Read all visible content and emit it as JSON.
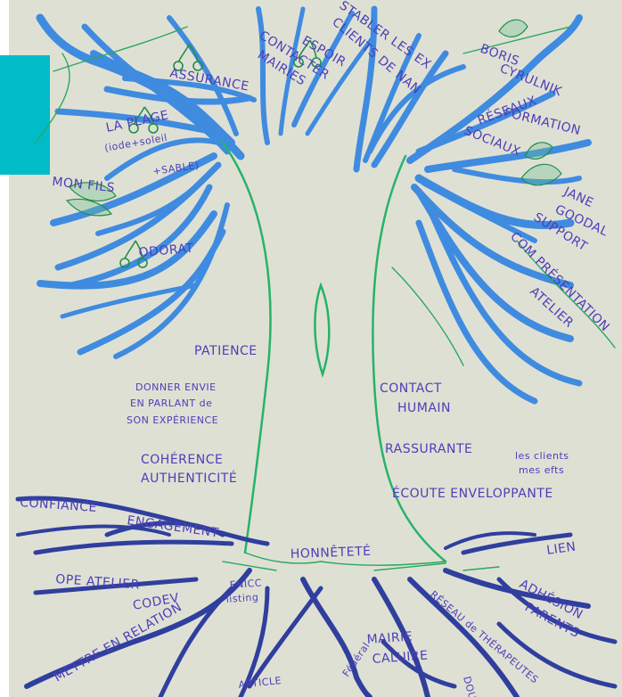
{
  "colors": {
    "paper": "#dfe0d4",
    "accent_tab": "#00bcc8",
    "branch_blue": "#3f8be0",
    "root_navy": "#2f3f9e",
    "trunk_green": "#26b36a",
    "ink": "#4b3fb8"
  },
  "canopy": {
    "stabler": "STABLER LES EX",
    "clients": "CLIENTS DE NAN",
    "espoir": "ESPOIR",
    "contacter": "CONTACTER",
    "mairies": "MAIRIES",
    "assurance": "ASSURANCE",
    "la_plage": "LA PLAGE",
    "iode": "(iode+soleil",
    "sable": "+SABLE)",
    "mon_fils": "MON FILS",
    "odorat": "ODORAT",
    "boris": "BORIS",
    "cyrulnik": "CYRULNIK",
    "formation": "FORMATION",
    "reseaux": "RÉSEAUX",
    "sociaux": "SOCIAUX",
    "jane": "JANE",
    "goodal": "GOODAL",
    "support": "SUPPORT",
    "com_presentation": "COM PRÉSENTATION",
    "atelier": "ATELIER"
  },
  "trunk": {
    "patience": "PATIENCE",
    "donner_1": "DONNER ENVIE",
    "donner_2": "EN PARLANT de",
    "donner_3": "SON EXPÉRIENCE",
    "coherence": "COHÉRENCE",
    "authenticite": "AUTHENTICITÉ",
    "contact": "CONTACT",
    "humain": "HUMAIN",
    "rassurante": "RASSURANTE",
    "les_clients": "les clients",
    "mes_efts": "mes efts",
    "ecoute": "ÉCOUTE ENVELOPPANTE"
  },
  "roots": {
    "confiance": "CONFIANCE",
    "engagement": "ENGAGEMENT",
    "honnetete": "HONNÊTETÉ",
    "lien": "LIEN",
    "ope_atelier": "OPE ATELIER",
    "codev": "CODEV",
    "enicc": "ENICC",
    "listing": "listing",
    "mettre_en_relation": "METTRE EN RELATION",
    "mairie": "MAIRIE",
    "caluire": "CALUIRE",
    "reseau": "RÉSEAU de THÉRAPEUTES",
    "adhesion": "ADHÉSION",
    "parents": "PARENTS",
    "article": "ARTICLE",
    "federal": "Fédéral",
    "dou": "DOU"
  }
}
